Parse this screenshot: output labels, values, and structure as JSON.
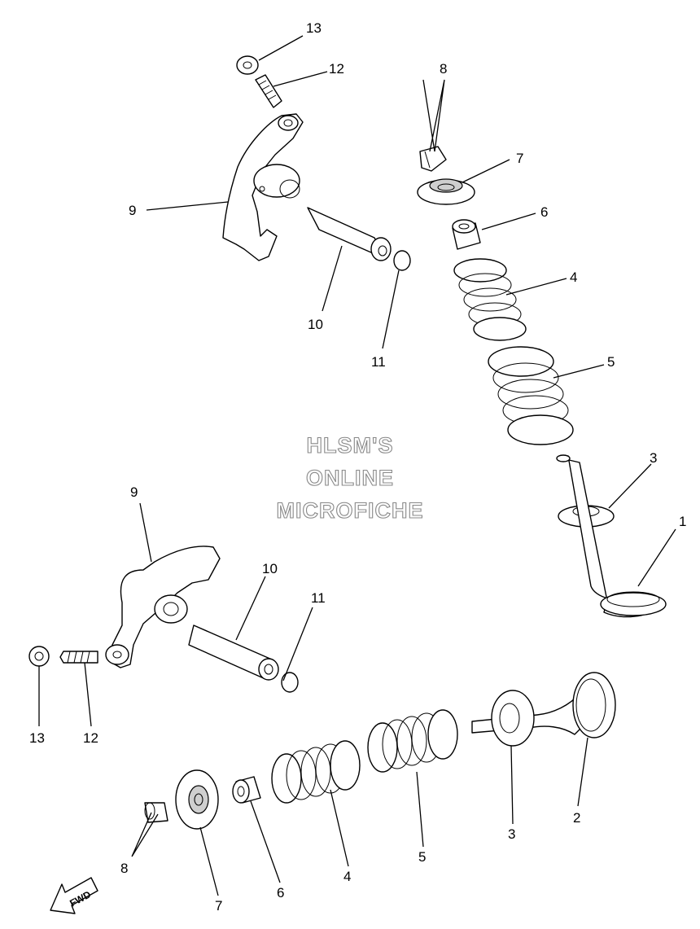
{
  "watermark": {
    "line1": "HLSM'S",
    "line2": "ONLINE",
    "line3": "MICROFICHE"
  },
  "direction_arrow": {
    "label": "FWD"
  },
  "callouts": {
    "upper": {
      "c13": "13",
      "c12": "12",
      "c9": "9",
      "c10": "10",
      "c11": "11",
      "c8": "8",
      "c7": "7",
      "c6": "6",
      "c4": "4",
      "c5": "5",
      "c3": "3",
      "c1": "1"
    },
    "lower": {
      "c9": "9",
      "c10": "10",
      "c11": "11",
      "c13": "13",
      "c12": "12",
      "c2": "2",
      "c3": "3",
      "c5": "5",
      "c4": "4",
      "c6": "6",
      "c7": "7",
      "c8": "8"
    }
  }
}
